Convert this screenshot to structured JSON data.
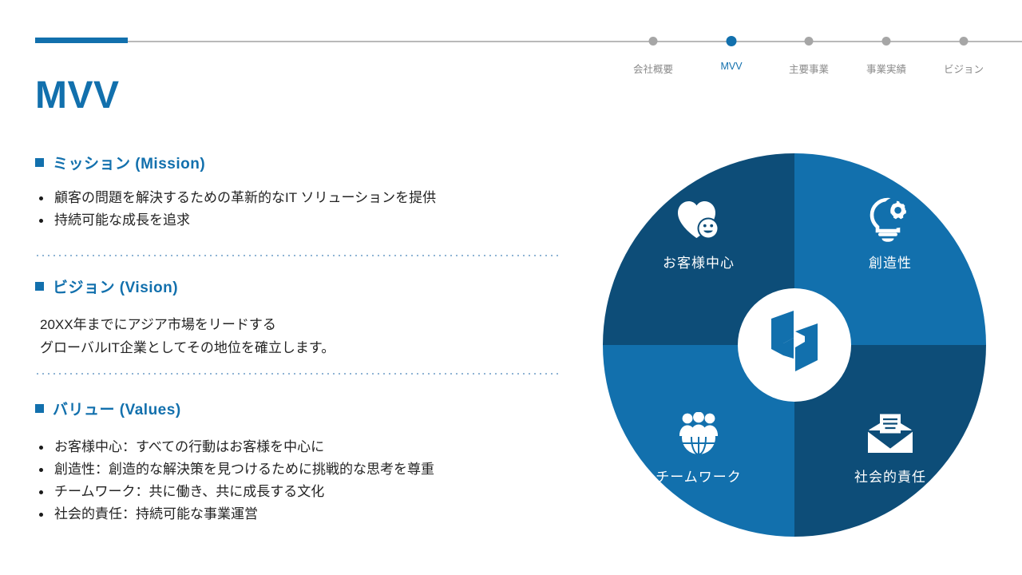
{
  "nav": {
    "items": [
      {
        "label": "会社概要",
        "active": false
      },
      {
        "label": "MVV",
        "active": true
      },
      {
        "label": "主要事業",
        "active": false
      },
      {
        "label": "事業実績",
        "active": false
      },
      {
        "label": "ビジョン",
        "active": false
      }
    ]
  },
  "page": {
    "title": "MVV"
  },
  "sections": {
    "mission": {
      "heading": "ミッション (Mission)",
      "bullets": [
        "顧客の問題を解決するための革新的なIT ソリューションを提供",
        "持続可能な成長を追求"
      ]
    },
    "vision": {
      "heading": "ビジョン (Vision)",
      "line1": "20XX年までにアジア市場をリードする",
      "line2": "グローバルIT企業としてその地位を確立します。"
    },
    "values": {
      "heading": "バリュー (Values)",
      "bullets": [
        "お客様中心：すべての行動はお客様を中心に",
        "創造性：創造的な解決策を見つけるために挑戦的な思考を尊重",
        "チームワーク：共に働き、共に成長する文化",
        "社会的責任：持続可能な事業運営"
      ]
    }
  },
  "wheel": {
    "quadrants": [
      {
        "label": "お客様中心",
        "icon": "heart-smiley-icon",
        "color": "#0d4d78"
      },
      {
        "label": "創造性",
        "icon": "lightbulb-gear-icon",
        "color": "#1270ad"
      },
      {
        "label": "チームワーク",
        "icon": "globe-people-icon",
        "color": "#1270ad"
      },
      {
        "label": "社会的責任",
        "icon": "open-envelope-icon",
        "color": "#0d4d78"
      }
    ],
    "hub_icon": "company-logo-icon"
  },
  "colors": {
    "accent": "#1270ad",
    "dark_navy": "#0d4d78",
    "text": "#232323",
    "muted": "#8a8a8a"
  }
}
